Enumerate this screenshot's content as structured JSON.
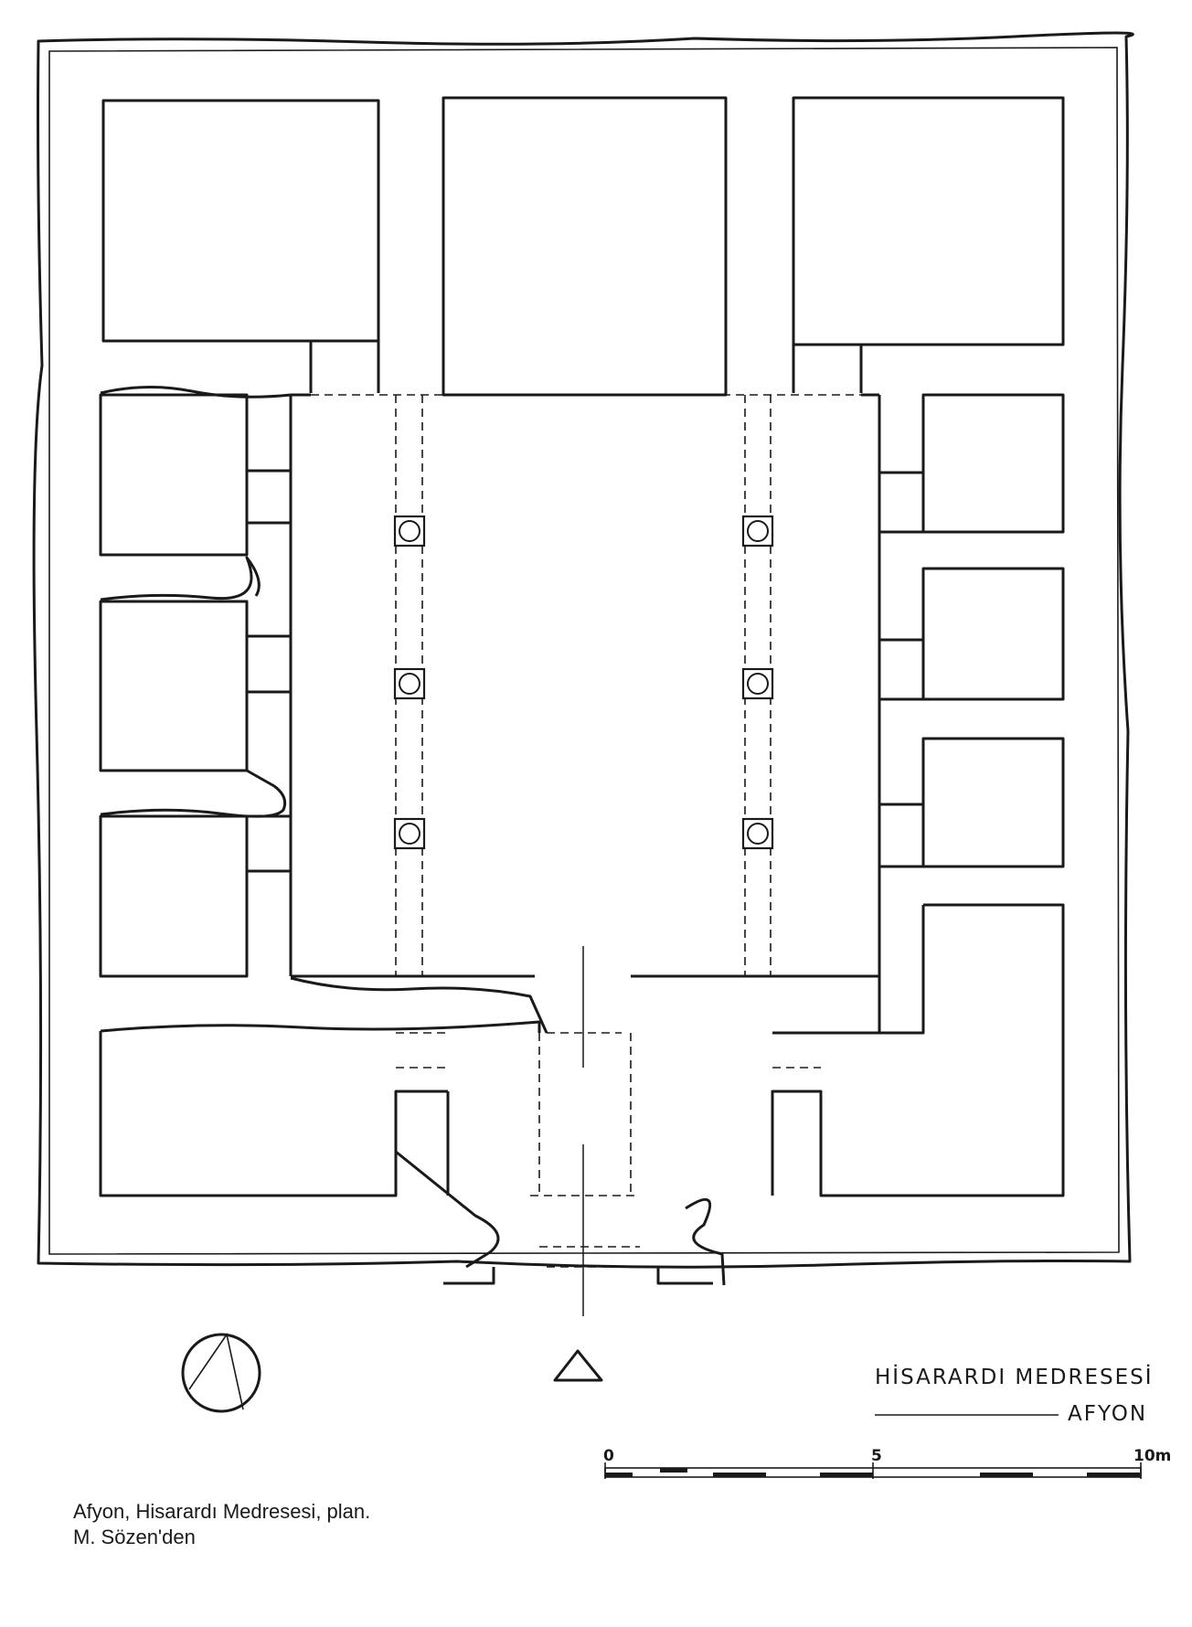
{
  "plan": {
    "title": "HİSARARDI MEDRESESİ",
    "subtitle": "AFYON",
    "columns": 6
  },
  "scale": {
    "ticks": [
      "0",
      "5",
      "10m"
    ]
  },
  "caption": {
    "line1": "Afyon, Hisarardı Medresesi, plan.",
    "line2": "M. Sözen'den"
  }
}
